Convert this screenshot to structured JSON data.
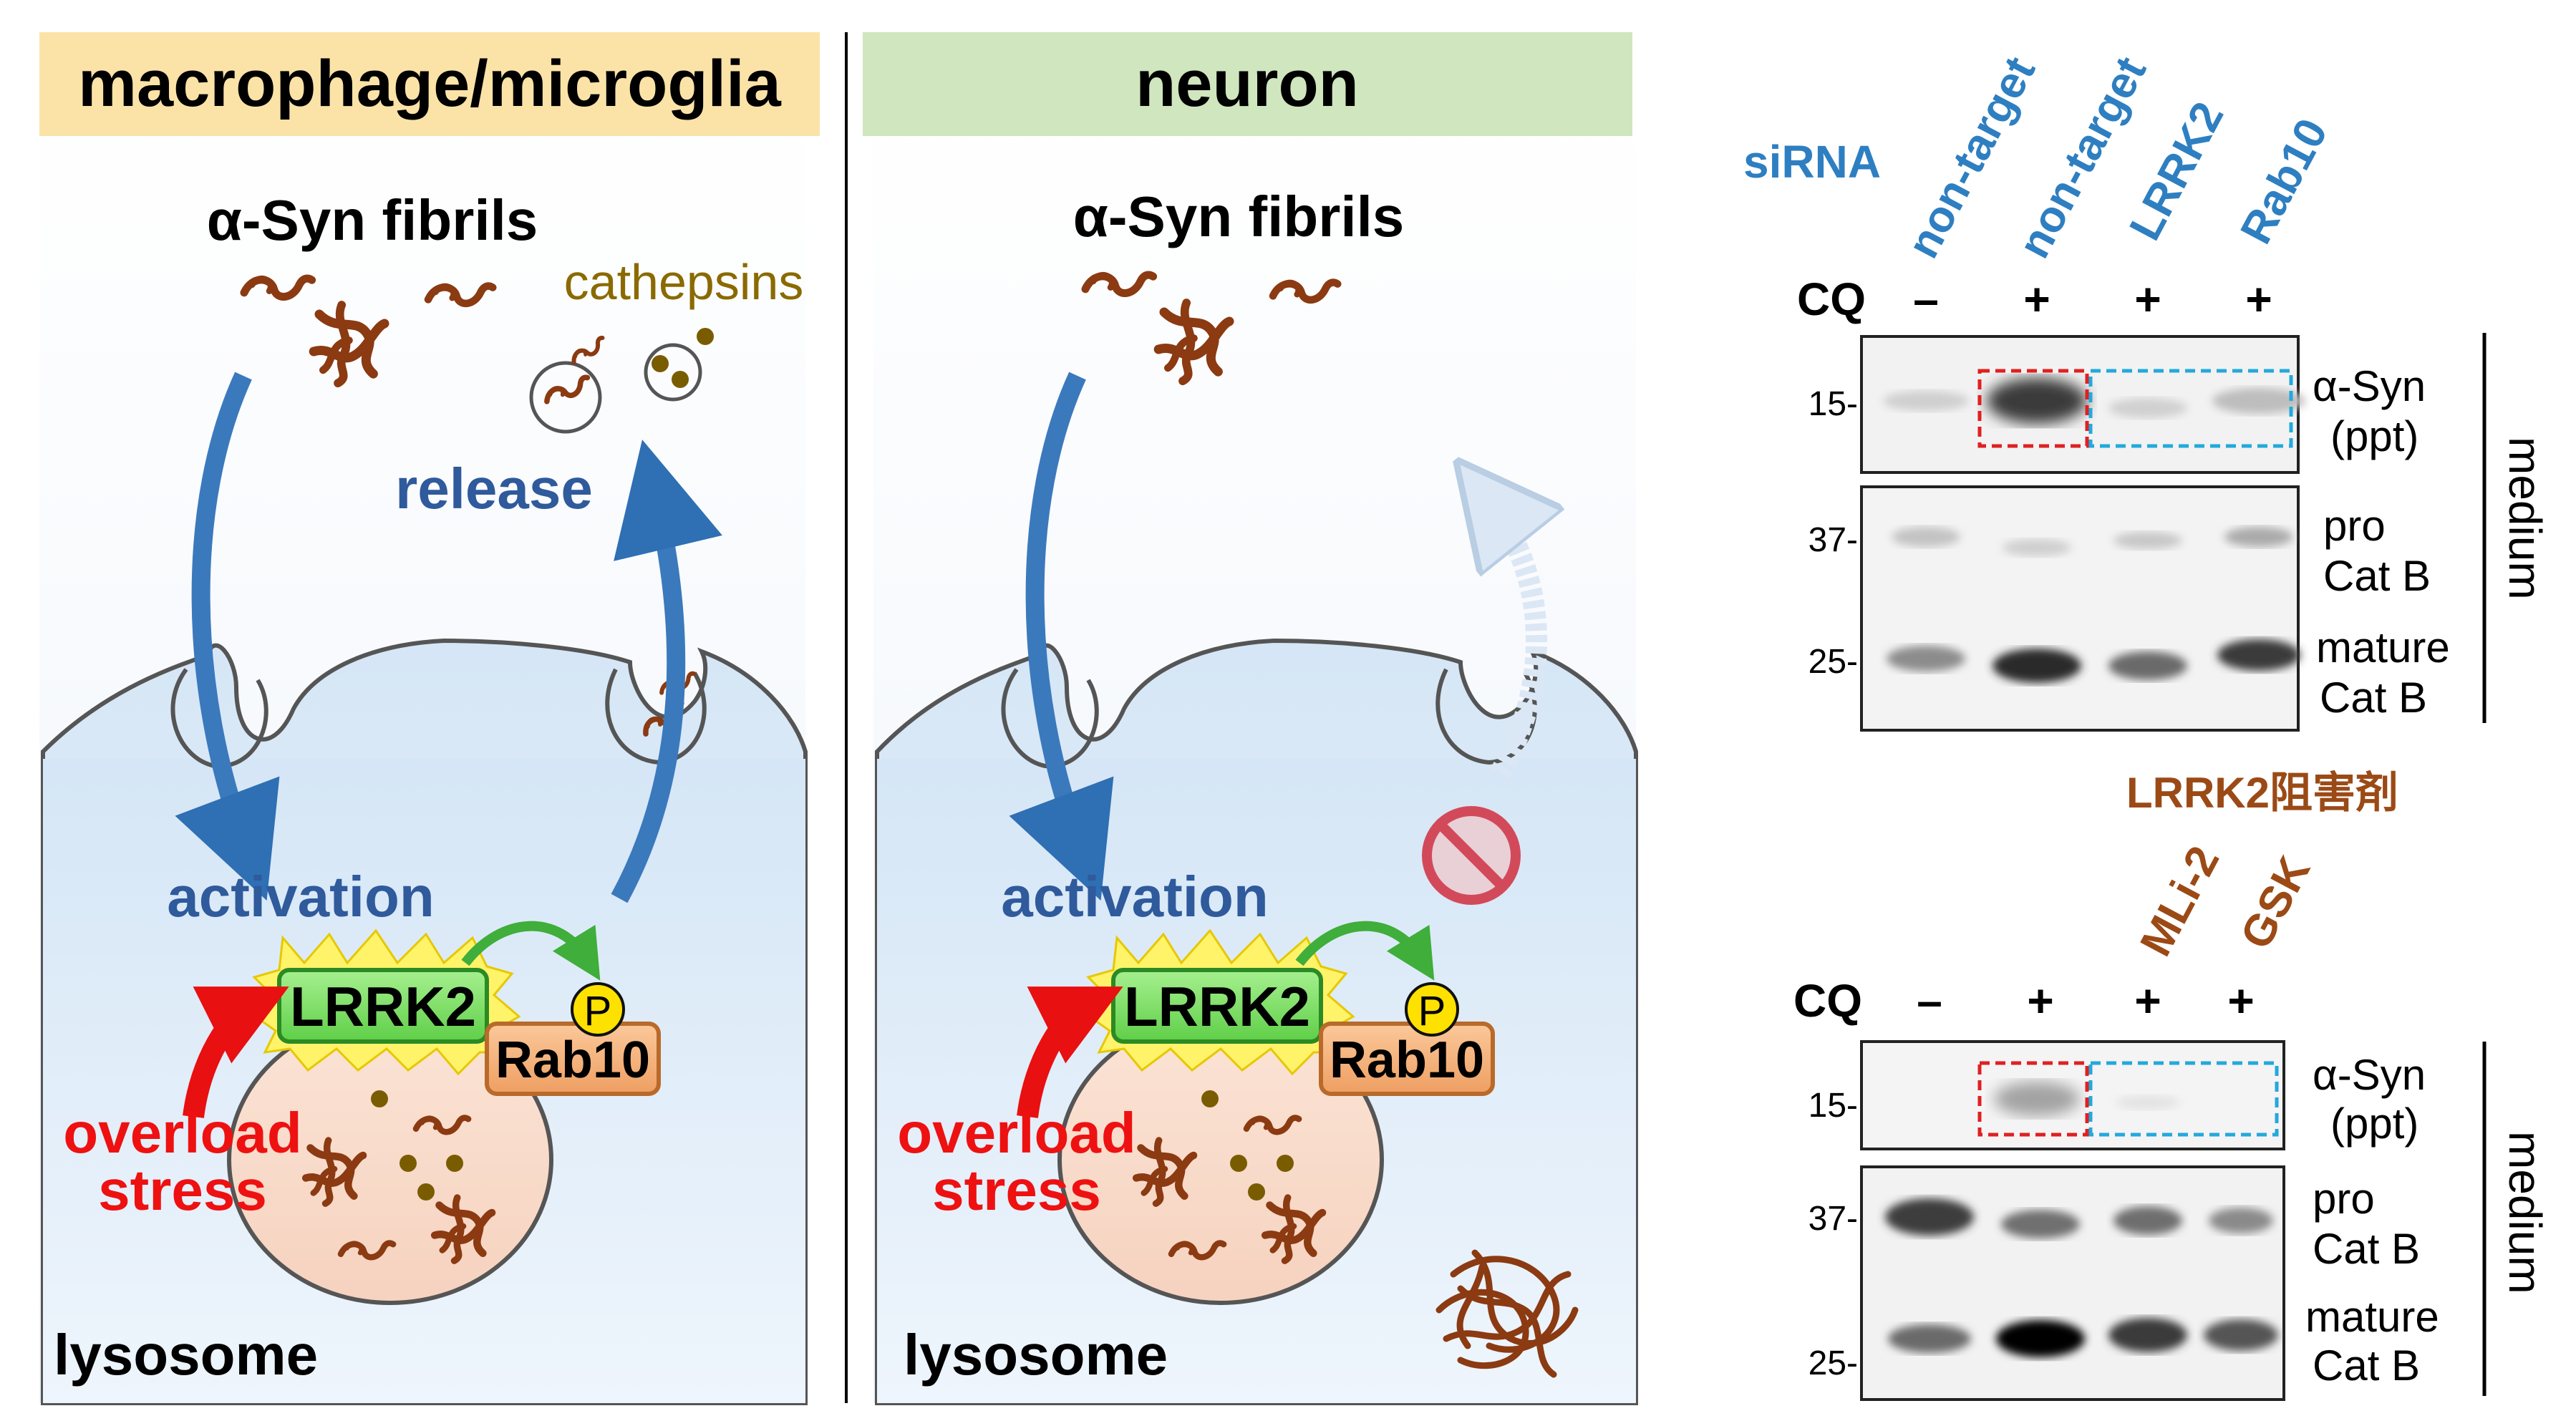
{
  "panels": {
    "macrophage": {
      "title": "macrophage/microglia",
      "fibrils_label": "α-Syn fibrils",
      "cathepsins_label": "cathepsins",
      "release_label": "release",
      "activation_label": "activation",
      "kinase_label": "LRRK2",
      "substrate_label": "Rab10",
      "phospho_label": "P",
      "stress_line1": "overload",
      "stress_line2": "stress",
      "lysosome_label": "lysosome"
    },
    "neuron": {
      "title": "neuron",
      "fibrils_label": "α-Syn fibrils",
      "activation_label": "activation",
      "kinase_label": "LRRK2",
      "substrate_label": "Rab10",
      "phospho_label": "P",
      "stress_line1": "overload",
      "stress_line2": "stress",
      "lysosome_label": "lysosome"
    }
  },
  "blot_top": {
    "row_label": "siRNA",
    "lanes": [
      "non-target",
      "non-target",
      "LRRK2",
      "Rab10"
    ],
    "cq_label": "CQ",
    "cq": [
      "–",
      "+",
      "+",
      "+"
    ],
    "markers": [
      "15-",
      "37-",
      "25-"
    ],
    "band_labels": {
      "syn_1": "α-Syn",
      "syn_2": "(ppt)",
      "pro_1": "pro",
      "pro_2": "Cat B",
      "mature_1": "mature",
      "mature_2": "Cat B"
    },
    "side_label": "medium"
  },
  "blot_bottom": {
    "inhibitor_title": "LRRK2阻害剤",
    "lanes": [
      "MLi-2",
      "GSK"
    ],
    "cq_label": "CQ",
    "cq": [
      "–",
      "+",
      "+",
      "+"
    ],
    "markers": [
      "15-",
      "37-",
      "25-"
    ],
    "band_labels": {
      "syn_1": "α-Syn",
      "syn_2": "(ppt)",
      "pro_1": "pro",
      "pro_2": "Cat B",
      "mature_1": "mature",
      "mature_2": "Cat B"
    },
    "side_label": "medium"
  },
  "colors": {
    "macrophage_header": "#fbe3a8",
    "neuron_header": "#cfe6bf",
    "cell_fill": "#cfe1f3",
    "lysosome_fill": "#f8d9c8",
    "fibril": "#8b3a12",
    "arrow_blue": "#3b79bd",
    "activation_text": "#2f5a9c",
    "lrrk2_green": "#7ede67",
    "rab10_orange": "#f4b27c",
    "phospho_yellow": "#ffe100",
    "stress_red": "#ee1111",
    "cathepsin_olive": "#8a6a00",
    "sirna_blue": "#2e7fc1",
    "inhibitor_brown": "#9b4a16",
    "box_red": "#e02020",
    "box_cyan": "#23a9dc"
  }
}
